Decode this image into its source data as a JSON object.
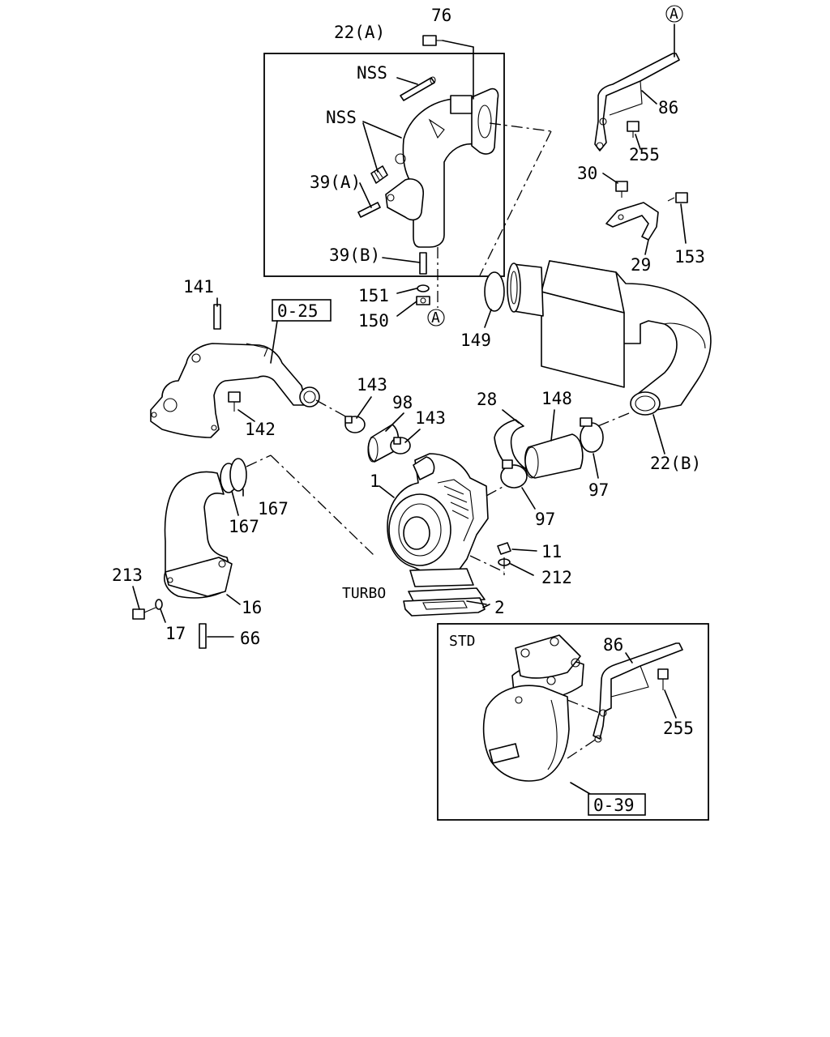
{
  "labels": {
    "l_22a": "22(A)",
    "l_76": "76",
    "l_nss1": "NSS",
    "l_nss2": "NSS",
    "l_39a": "39(A)",
    "l_39b": "39(B)",
    "l_151": "151",
    "l_150": "150",
    "l_A1": "A",
    "l_A2": "A",
    "l_86a": "86",
    "l_255a": "255",
    "l_30": "30",
    "l_29": "29",
    "l_153": "153",
    "l_149": "149",
    "l_22b": "22(B)",
    "l_141": "141",
    "l_025": "0-25",
    "l_142": "142",
    "l_143a": "143",
    "l_98": "98",
    "l_143b": "143",
    "l_28": "28",
    "l_148": "148",
    "l_97a": "97",
    "l_97b": "97",
    "l_1": "1",
    "l_167a": "167",
    "l_167b": "167",
    "l_11": "11",
    "l_212": "212",
    "l_213": "213",
    "l_16": "16",
    "l_17": "17",
    "l_66": "66",
    "l_turbo": "TURBO",
    "l_2": "2",
    "l_std": "STD",
    "l_86b": "86",
    "l_255b": "255",
    "l_039": "0-39"
  }
}
